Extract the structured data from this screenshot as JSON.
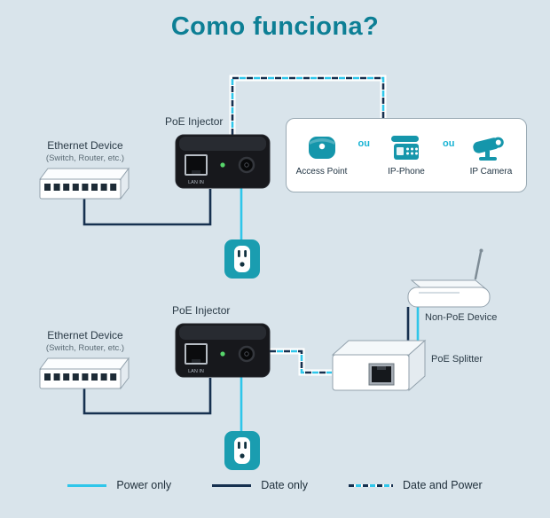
{
  "title": "Como funciona?",
  "colors": {
    "background": "#d9e4eb",
    "accent": "#0d7f95",
    "power_line": "#2fc6ea",
    "data_line": "#16304f",
    "device_teal": "#1596ab",
    "outlet_teal": "#1a9db0",
    "ou_text": "#18b3d3"
  },
  "top_section": {
    "ethernet_device_label": "Ethernet Device",
    "ethernet_device_sublabel": "(Switch, Router, etc.)",
    "injector_label": "PoE Injector",
    "injector_port_label": "LAN IN",
    "devices_box": {
      "separator": "ou",
      "items": [
        {
          "label": "Access Point"
        },
        {
          "label": "IP-Phone"
        },
        {
          "label": "IP Camera"
        }
      ]
    }
  },
  "bottom_section": {
    "ethernet_device_label": "Ethernet Device",
    "ethernet_device_sublabel": "(Switch, Router, etc.)",
    "injector_label": "PoE Injector",
    "injector_port_label": "LAN IN",
    "non_poe_device_label": "Non-PoE Device",
    "poe_splitter_label": "PoE Splitter"
  },
  "legend": {
    "power": "Power only",
    "data": "Date only",
    "data_power": "Date and Power"
  }
}
